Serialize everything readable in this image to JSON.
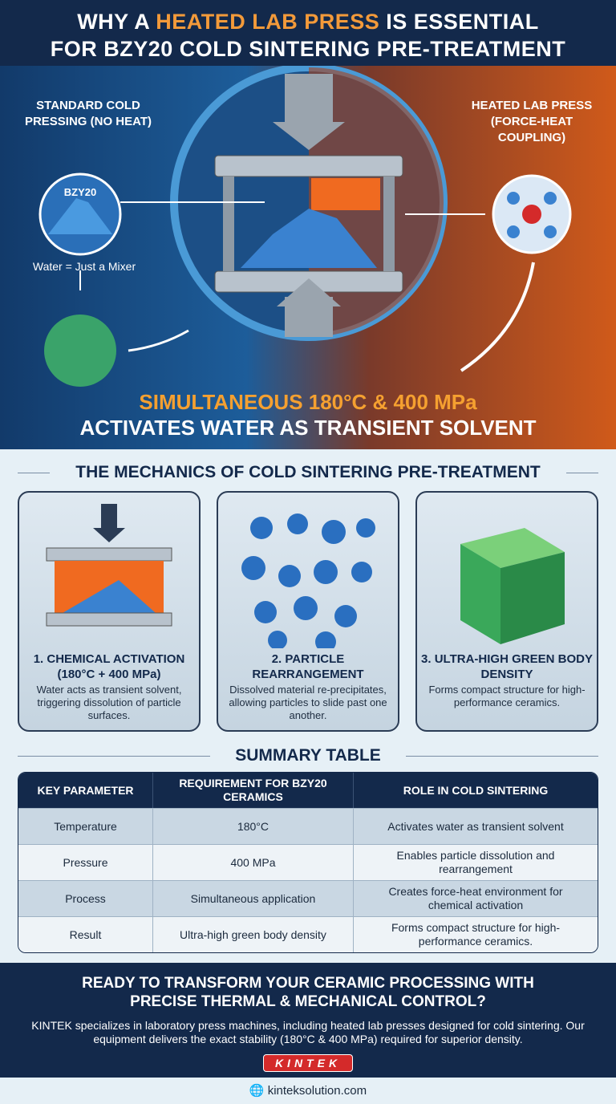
{
  "title": {
    "line1_pre": "WHY A ",
    "line1_hl": "HEATED LAB PRESS",
    "line1_post": " IS ESSENTIAL",
    "line2": "FOR BZY20 COLD SINTERING PRE-TREATMENT"
  },
  "hero": {
    "left_label": "STANDARD COLD PRESSING (NO HEAT)",
    "powder_label": "BZY20",
    "water_note": "Water = Just a Mixer",
    "right_label": "HEATED LAB PRESS (FORCE-HEAT COUPLING)",
    "headline1": "SIMULTANEOUS 180°C & 400 MPa",
    "headline2": "ACTIVATES WATER AS TRANSIENT SOLVENT"
  },
  "mechanics": {
    "title": "THE MECHANICS OF COLD SINTERING PRE-TREATMENT",
    "cards": [
      {
        "title": "1. CHEMICAL ACTIVATION (180°C + 400 MPa)",
        "text": "Water acts as transient solvent, triggering dissolution of particle surfaces."
      },
      {
        "title": "2. PARTICLE REARRANGEMENT",
        "text": "Dissolved material re-precipitates, allowing particles to slide past one another."
      },
      {
        "title": "3. ULTRA-HIGH GREEN BODY DENSITY",
        "text": "Forms compact structure for high-performance ceramics."
      }
    ]
  },
  "summary": {
    "title": "SUMMARY TABLE",
    "headers": [
      "KEY PARAMETER",
      "REQUIREMENT FOR BZY20 CERAMICS",
      "ROLE IN COLD SINTERING"
    ],
    "rows": [
      [
        "Temperature",
        "180°C",
        "Activates water as transient solvent"
      ],
      [
        "Pressure",
        "400 MPa",
        "Enables particle dissolution and rearrangement"
      ],
      [
        "Process",
        "Simultaneous application",
        "Creates force-heat environment for chemical activation"
      ],
      [
        "Result",
        "Ultra-high green body density",
        "Forms compact structure for high-performance ceramics."
      ]
    ]
  },
  "cta": {
    "title": "READY TO TRANSFORM YOUR CERAMIC PROCESSING WITH PRECISE THERMAL & MECHANICAL CONTROL?",
    "text": "KINTEK specializes in laboratory press machines, including heated lab presses designed for cold sintering. Our equipment delivers the exact stability (180°C & 400 MPa) required for superior density.",
    "logo": "KINTEK"
  },
  "footer": {
    "icon": "globe-icon",
    "url": "kinteksolution.com"
  },
  "colors": {
    "navy": "#13294b",
    "orange": "#f39a3a",
    "red": "#d42a2a"
  }
}
